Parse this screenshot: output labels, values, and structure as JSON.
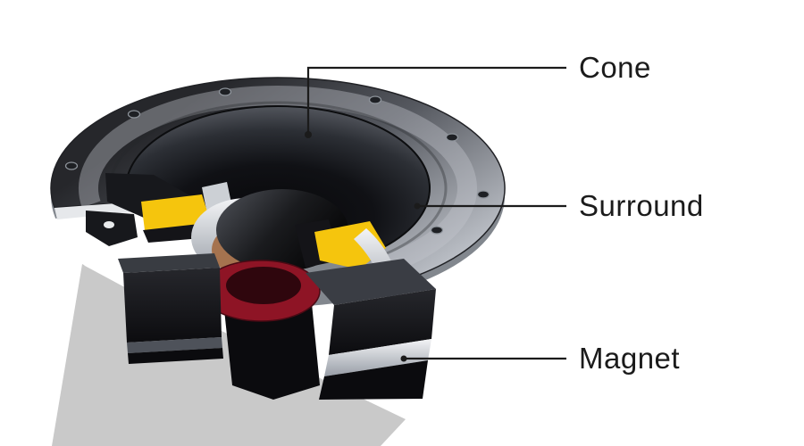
{
  "figure": {
    "labels": [
      {
        "id": "cone",
        "text": "Cone"
      },
      {
        "id": "surround",
        "text": "Surround"
      },
      {
        "id": "magnet",
        "text": "Magnet"
      }
    ],
    "colors": {
      "background": "#ffffff",
      "text": "#1b1b1b",
      "leader_line": "#1b1b1b",
      "shadow": "#c9c9c9",
      "frame_dark": "#2c2e33",
      "frame_light": "#c6c9cf",
      "cone_dark": "#0a0a0c",
      "spider_yellow": "#f5c50d",
      "magnet_red": "#8e1425",
      "coil_copper": "#a5734f",
      "metal_light": "#eceef1",
      "part_black": "#141417"
    }
  }
}
